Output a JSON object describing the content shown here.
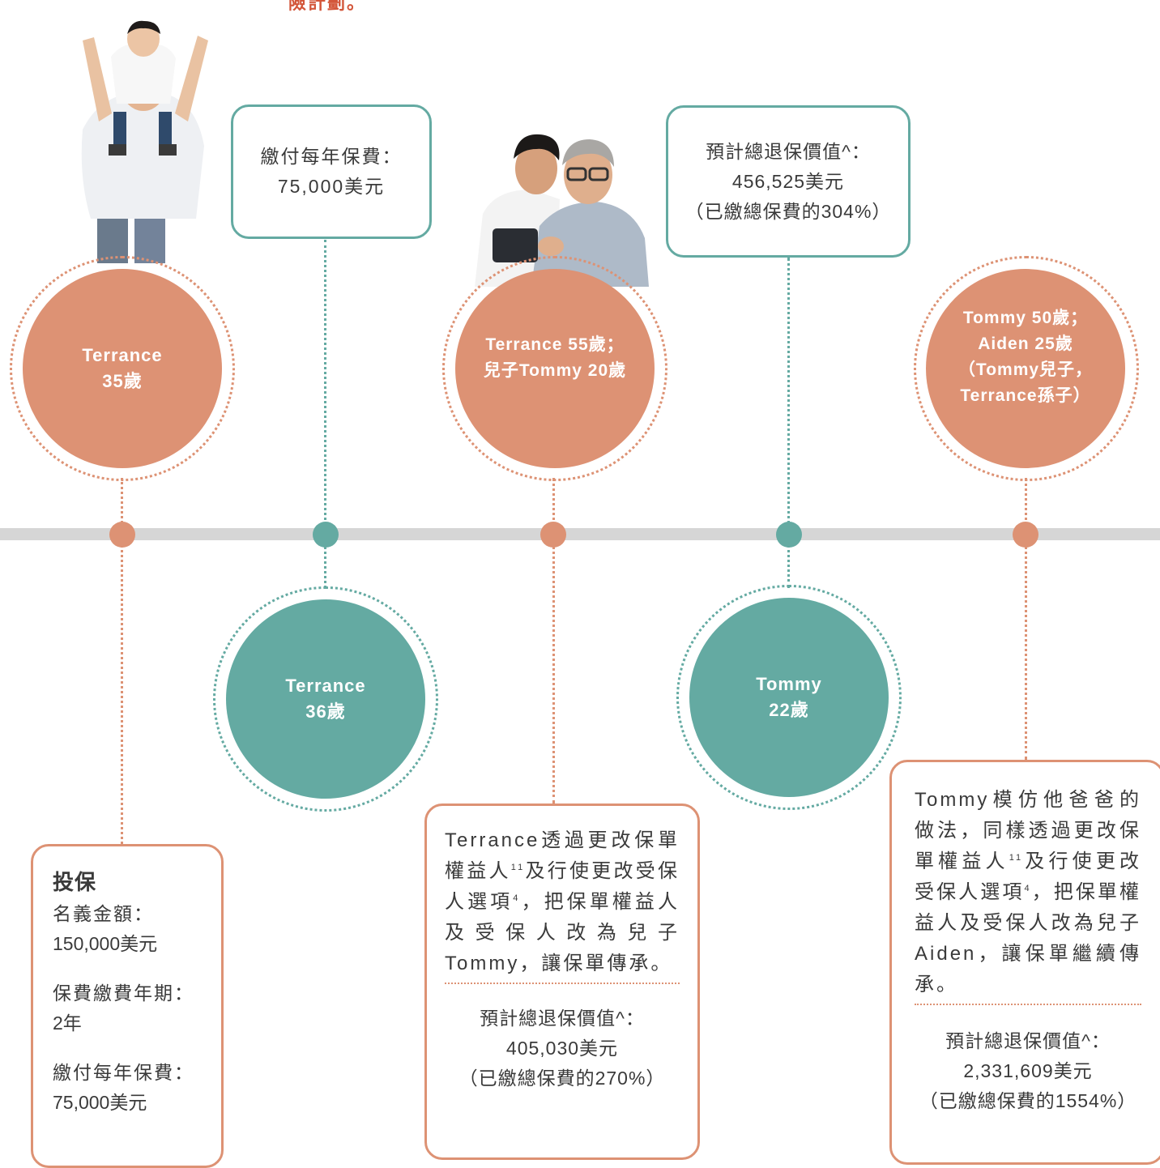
{
  "top_fragment": "險計劃。",
  "colors": {
    "orange": "#dd9274",
    "teal": "#64aaa2",
    "timeline": "#d6d6d6"
  },
  "milestones": [
    {
      "color": "orange",
      "circle_lines": [
        "Terrance",
        "35歲"
      ]
    },
    {
      "color": "teal",
      "circle_lines": [
        "Terrance",
        "36歲"
      ]
    },
    {
      "color": "orange",
      "circle_lines": [
        "Terrance 55歲；",
        "兒子Tommy 20歲"
      ]
    },
    {
      "color": "teal",
      "circle_lines": [
        "Tommy",
        "22歲"
      ]
    },
    {
      "color": "orange",
      "circle_lines": [
        "Tommy 50歲；",
        "Aiden 25歲",
        "（Tommy兒子，",
        "Terrance孫子）"
      ]
    }
  ],
  "box_year36": {
    "lines": [
      "繳付每年保費：",
      "75,000美元"
    ]
  },
  "box_tommy22": {
    "lines": [
      "預計總退保價值^：",
      "456,525美元",
      "（已繳總保費的304%）"
    ]
  },
  "box_start": {
    "heading": "投保",
    "items": [
      {
        "label": "名義金額：",
        "value": "150,000美元"
      },
      {
        "label": "保費繳費年期：",
        "value": "2年"
      },
      {
        "label": "繳付每年保費：",
        "value": "75,000美元"
      }
    ]
  },
  "box_age55": {
    "p1": "Terrance透過更改保單權益人",
    "sup1": "11",
    "p2": "及行使更改受保人選項",
    "sup2": "4",
    "p3": "，把保單權益人及受保人改為兒子Tommy，讓保單傳承。",
    "value_lines": [
      "預計總退保價值^：",
      "405,030美元",
      "（已繳總保費的270%）"
    ]
  },
  "box_age50": {
    "p1": "Tommy模仿他爸爸的做法，同樣透過更改保單權益人",
    "sup1": "11",
    "p2": "及行使更改受保人選項",
    "sup2": "4",
    "p3": "，把保單權益人及受保人改為兒子Aiden，讓保單繼續傳承。",
    "value_lines": [
      "預計總退保價值^：",
      "2,331,609美元",
      "（已繳總保費的1554%）"
    ]
  }
}
